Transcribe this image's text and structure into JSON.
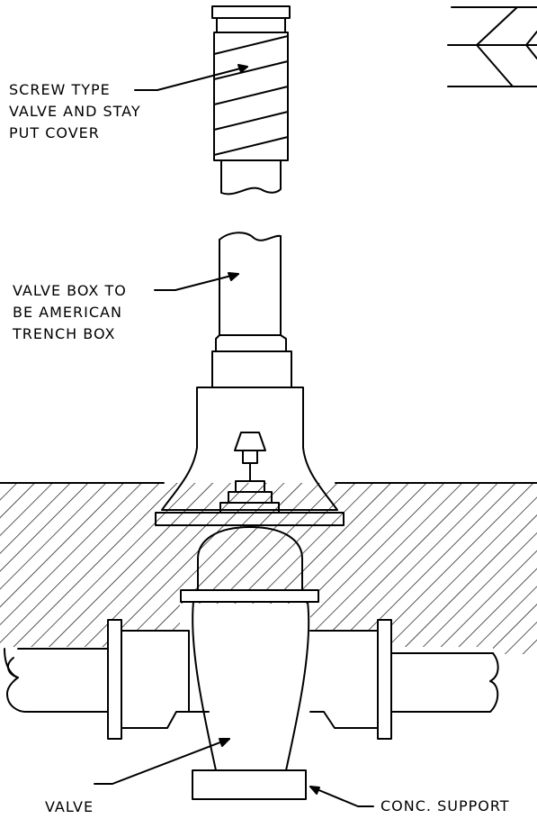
{
  "labels": {
    "screw_cover": [
      "SCREW TYPE",
      "VALVE AND STAY",
      "PUT COVER"
    ],
    "valve_box": [
      "VALVE BOX TO",
      "BE AMERICAN",
      "TRENCH BOX"
    ],
    "valve": "VALVE",
    "conc_support": "CONC. SUPPORT"
  },
  "colors": {
    "line": "#000000",
    "background": "#ffffff"
  }
}
